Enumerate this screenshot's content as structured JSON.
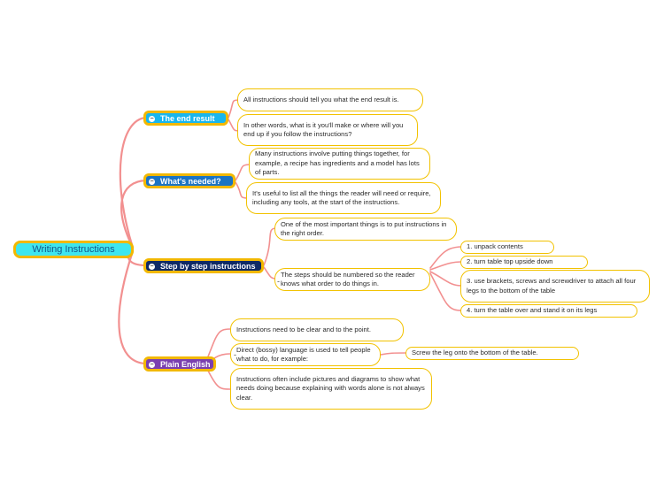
{
  "root": {
    "label": "Writing Instructions"
  },
  "branches": [
    {
      "label": "The end result",
      "color": "#19b6ee",
      "notes": [
        "All instructions should tell you what the end result is.",
        "In other words, what is it you'll make or where will you end up if you follow the instructions?"
      ]
    },
    {
      "label": "What's needed?",
      "color": "#1b74c4",
      "notes": [
        "Many instructions involve putting things together, for example, a recipe has ingredients and a model has lots of parts.",
        "It's useful to list all the things the reader will need or require, including any tools, at the start of the instructions."
      ]
    },
    {
      "label": "Step by step instructions",
      "color": "#0f2a66",
      "notes": [
        "One of the most important things is to put instructions in the right order.",
        "The steps should be numbered so the reader knows what order to do things in."
      ],
      "steps": [
        "1. unpack contents",
        "2. turn table top upside down",
        "3. use brackets, screws and screwdriver to attach all four legs to the bottom of the table",
        "4. turn the table over and stand it on its legs"
      ]
    },
    {
      "label": "Plain English",
      "color": "#7a3fb0",
      "notes": [
        "Instructions need to be clear and to the point.",
        "Direct (bossy) language is used to tell people what to do, for example:",
        "Instructions often include pictures and diagrams to show what needs doing because explaining with words alone is not always clear."
      ],
      "example": "Screw the leg onto the bottom of the table."
    }
  ],
  "colors": {
    "connector": "#f08a8a",
    "border": "#f2b800",
    "root_fill": "#3ee6ef"
  }
}
